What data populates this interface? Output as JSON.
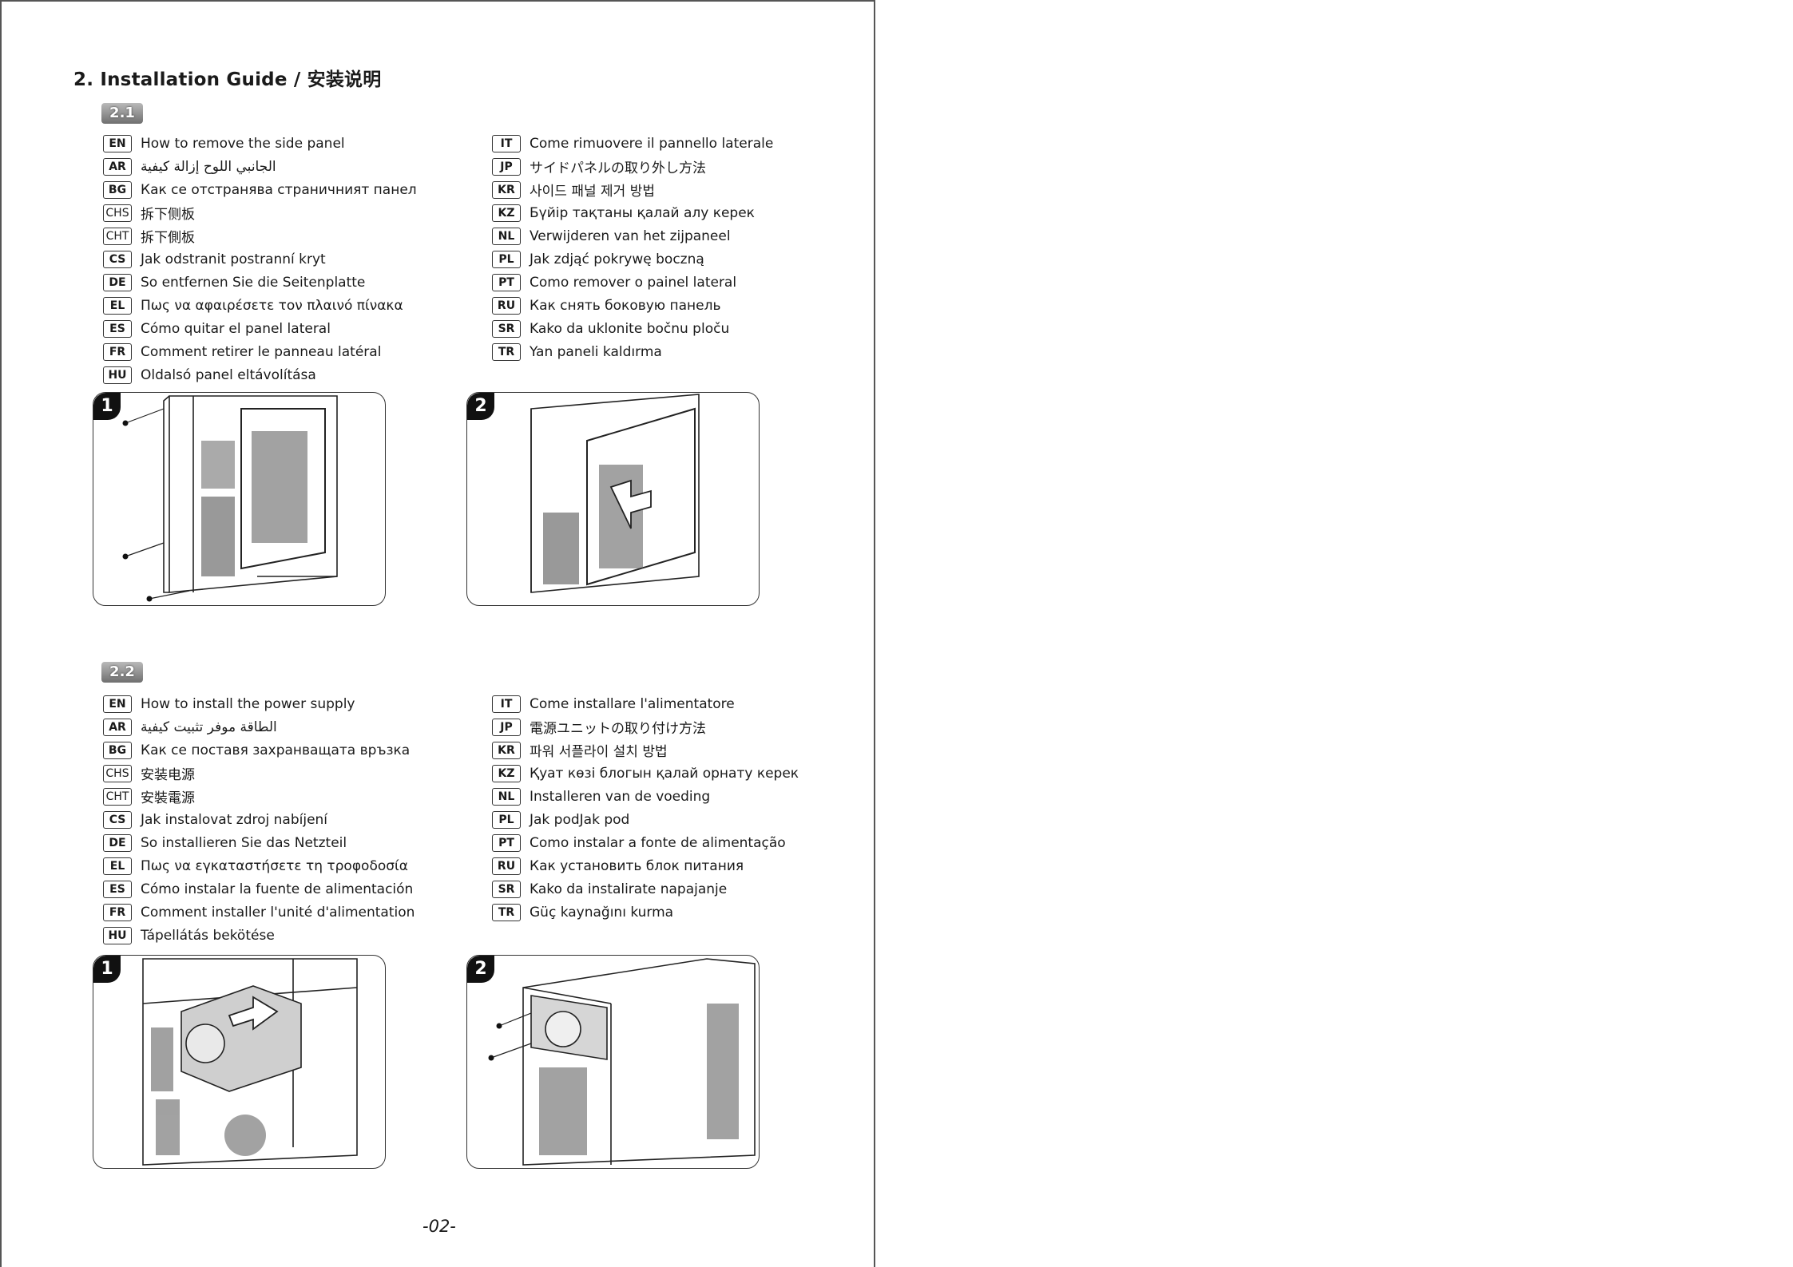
{
  "title": "2. Installation Guide / 安装说明",
  "page_number": "-02-",
  "sections": [
    {
      "badge": "2.1",
      "left": [
        {
          "code": "EN",
          "text": "How to remove the side panel"
        },
        {
          "code": "AR",
          "text": "الجانبي اللوح إزالة كيفية"
        },
        {
          "code": "BG",
          "text": "Как се отстранява страничният панел"
        },
        {
          "code": "CHS",
          "text": "拆下侧板"
        },
        {
          "code": "CHT",
          "text": "拆下側板"
        },
        {
          "code": "CS",
          "text": "Jak odstranit postranní kryt"
        },
        {
          "code": "DE",
          "text": "So entfernen Sie die Seitenplatte"
        },
        {
          "code": "EL",
          "text": "Πως να αφαιρέσετε τον πλαινό πίνακα"
        },
        {
          "code": "ES",
          "text": "Cómo quitar el panel lateral"
        },
        {
          "code": "FR",
          "text": "Comment retirer le panneau latéral"
        },
        {
          "code": "HU",
          "text": "Oldalsó panel eltávolítása"
        }
      ],
      "right": [
        {
          "code": "IT",
          "text": "Come rimuovere il pannello laterale"
        },
        {
          "code": "JP",
          "text": "サイドパネルの取り外し方法"
        },
        {
          "code": "KR",
          "text": "사이드 패널 제거 방법"
        },
        {
          "code": "KZ",
          "text": "Бүйір тақтаны қалай алу керек"
        },
        {
          "code": "NL",
          "text": "Verwijderen van het zijpaneel"
        },
        {
          "code": "PL",
          "text": "Jak zdjąć pokrywę boczną"
        },
        {
          "code": "PT",
          "text": "Como remover o painel lateral"
        },
        {
          "code": "RU",
          "text": "Как снять боковую панель"
        },
        {
          "code": "SR",
          "text": "Kako da uklonite bočnu ploču"
        },
        {
          "code": "TR",
          "text": "Yan paneli kaldırma"
        }
      ],
      "steps": [
        "1",
        "2"
      ]
    },
    {
      "badge": "2.2",
      "left": [
        {
          "code": "EN",
          "text": "How to install the power supply"
        },
        {
          "code": "AR",
          "text": "الطاقة موفر تثبيت كيفية"
        },
        {
          "code": "BG",
          "text": "Как се поставя захранващата връзка"
        },
        {
          "code": "CHS",
          "text": "安装电源"
        },
        {
          "code": "CHT",
          "text": "安裝電源"
        },
        {
          "code": "CS",
          "text": "Jak instalovat zdroj nabíjení"
        },
        {
          "code": "DE",
          "text": "So installieren Sie das Netzteil"
        },
        {
          "code": "EL",
          "text": "Πως να εγκαταστήσετε τη τροφοδοσία"
        },
        {
          "code": "ES",
          "text": "Cómo instalar la fuente de alimentación"
        },
        {
          "code": "FR",
          "text": "Comment installer l'unité d'alimentation"
        },
        {
          "code": "HU",
          "text": "Tápellátás bekötése"
        }
      ],
      "right": [
        {
          "code": "IT",
          "text": "Come installare l'alimentatore"
        },
        {
          "code": "JP",
          "text": "電源ユニットの取り付け方法"
        },
        {
          "code": "KR",
          "text": "파워 서플라이 설치 방법"
        },
        {
          "code": "KZ",
          "text": "Қуат көзі блогын қалай орнату керек"
        },
        {
          "code": "NL",
          "text": "Installeren van de voeding"
        },
        {
          "code": "PL",
          "text": "Jak podJak pod"
        },
        {
          "code": "PT",
          "text": "Como instalar a fonte de alimentação"
        },
        {
          "code": "RU",
          "text": "Как установить блок питания"
        },
        {
          "code": "SR",
          "text": "Kako da instalirate napajanje"
        },
        {
          "code": "TR",
          "text": "Güç kaynağını kurma"
        }
      ],
      "steps": [
        "1",
        "2"
      ]
    }
  ]
}
